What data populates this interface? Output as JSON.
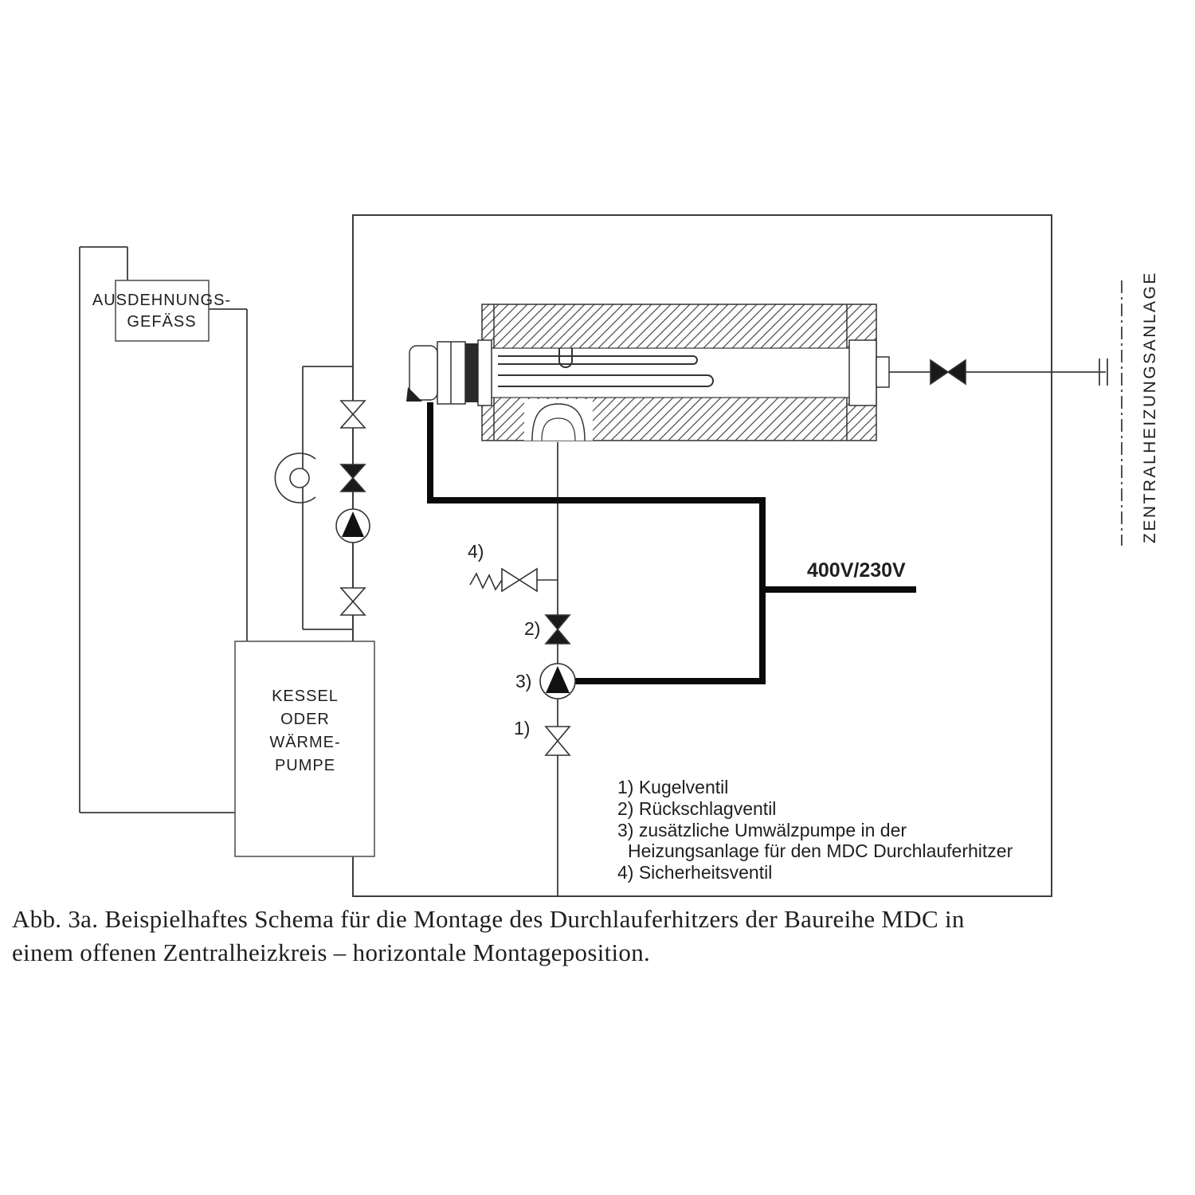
{
  "figure": {
    "caption_line1": "Abb. 3a. Beispielhaftes Schema für die Montage des Durchlauferhitzers der Baureihe MDC in",
    "caption_line2": "einem offenen Zentralheizkreis – horizontale Montageposition."
  },
  "diagram": {
    "expansion_vessel": {
      "line1": "AUSDEHNUNGS-",
      "line2": "GEFÄSS"
    },
    "boiler": {
      "line1": "KESSEL",
      "line2": "ODER",
      "line3": "WÄRME-",
      "line4": "PUMPE"
    },
    "central_heating_label": "ZENTRALHEIZUNGSANLAGE",
    "power_label": "400V/230V",
    "markers": {
      "m1": "1)",
      "m2": "2)",
      "m3": "3)",
      "m4": "4)"
    },
    "legend": {
      "item1": "1) Kugelventil",
      "item2": "2) Rückschlagventil",
      "item3_line1": "3) zusätzliche Umwälzpumpe in der",
      "item3_line2": "Heizungsanlage für den MDC Durchlauferhitzer",
      "item4": "4) Sicherheitsventil"
    },
    "colors": {
      "line": "#3d3d3d",
      "cable": "#0a0a0a",
      "background": "#ffffff"
    }
  }
}
